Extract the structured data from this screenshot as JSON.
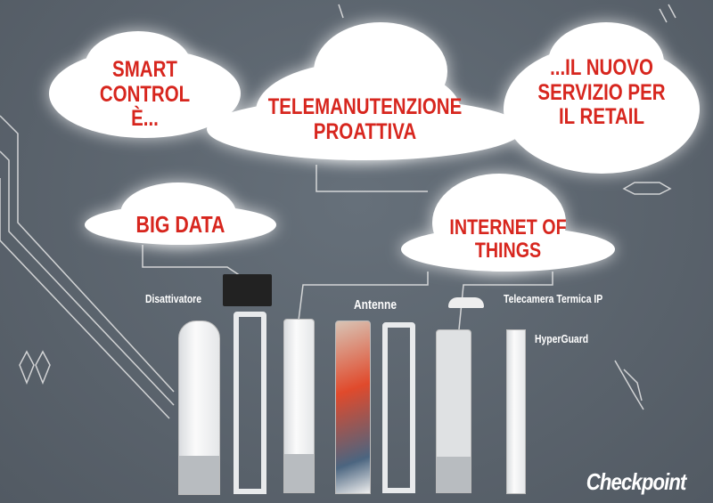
{
  "clouds": {
    "smart_control": [
      "SMART CONTROL",
      "È..."
    ],
    "telemanutenzione": [
      "TELEMANUTENZIONE",
      "PROATTIVA"
    ],
    "nuovo_servizio": [
      "...IL NUOVO",
      "SERVIZIO PER",
      "IL RETAIL"
    ],
    "big_data": "BIG DATA",
    "iot": [
      "INTERNET OF",
      "THINGS"
    ]
  },
  "labels": {
    "disattivatore": "Disattivatore",
    "antenne": "Antenne",
    "telecamera": "Telecamera Termica IP",
    "hyperguard": "HyperGuard"
  },
  "brand": {
    "logo": "Checkpoint",
    "accent": "#d7261e",
    "background": "#59626c"
  }
}
